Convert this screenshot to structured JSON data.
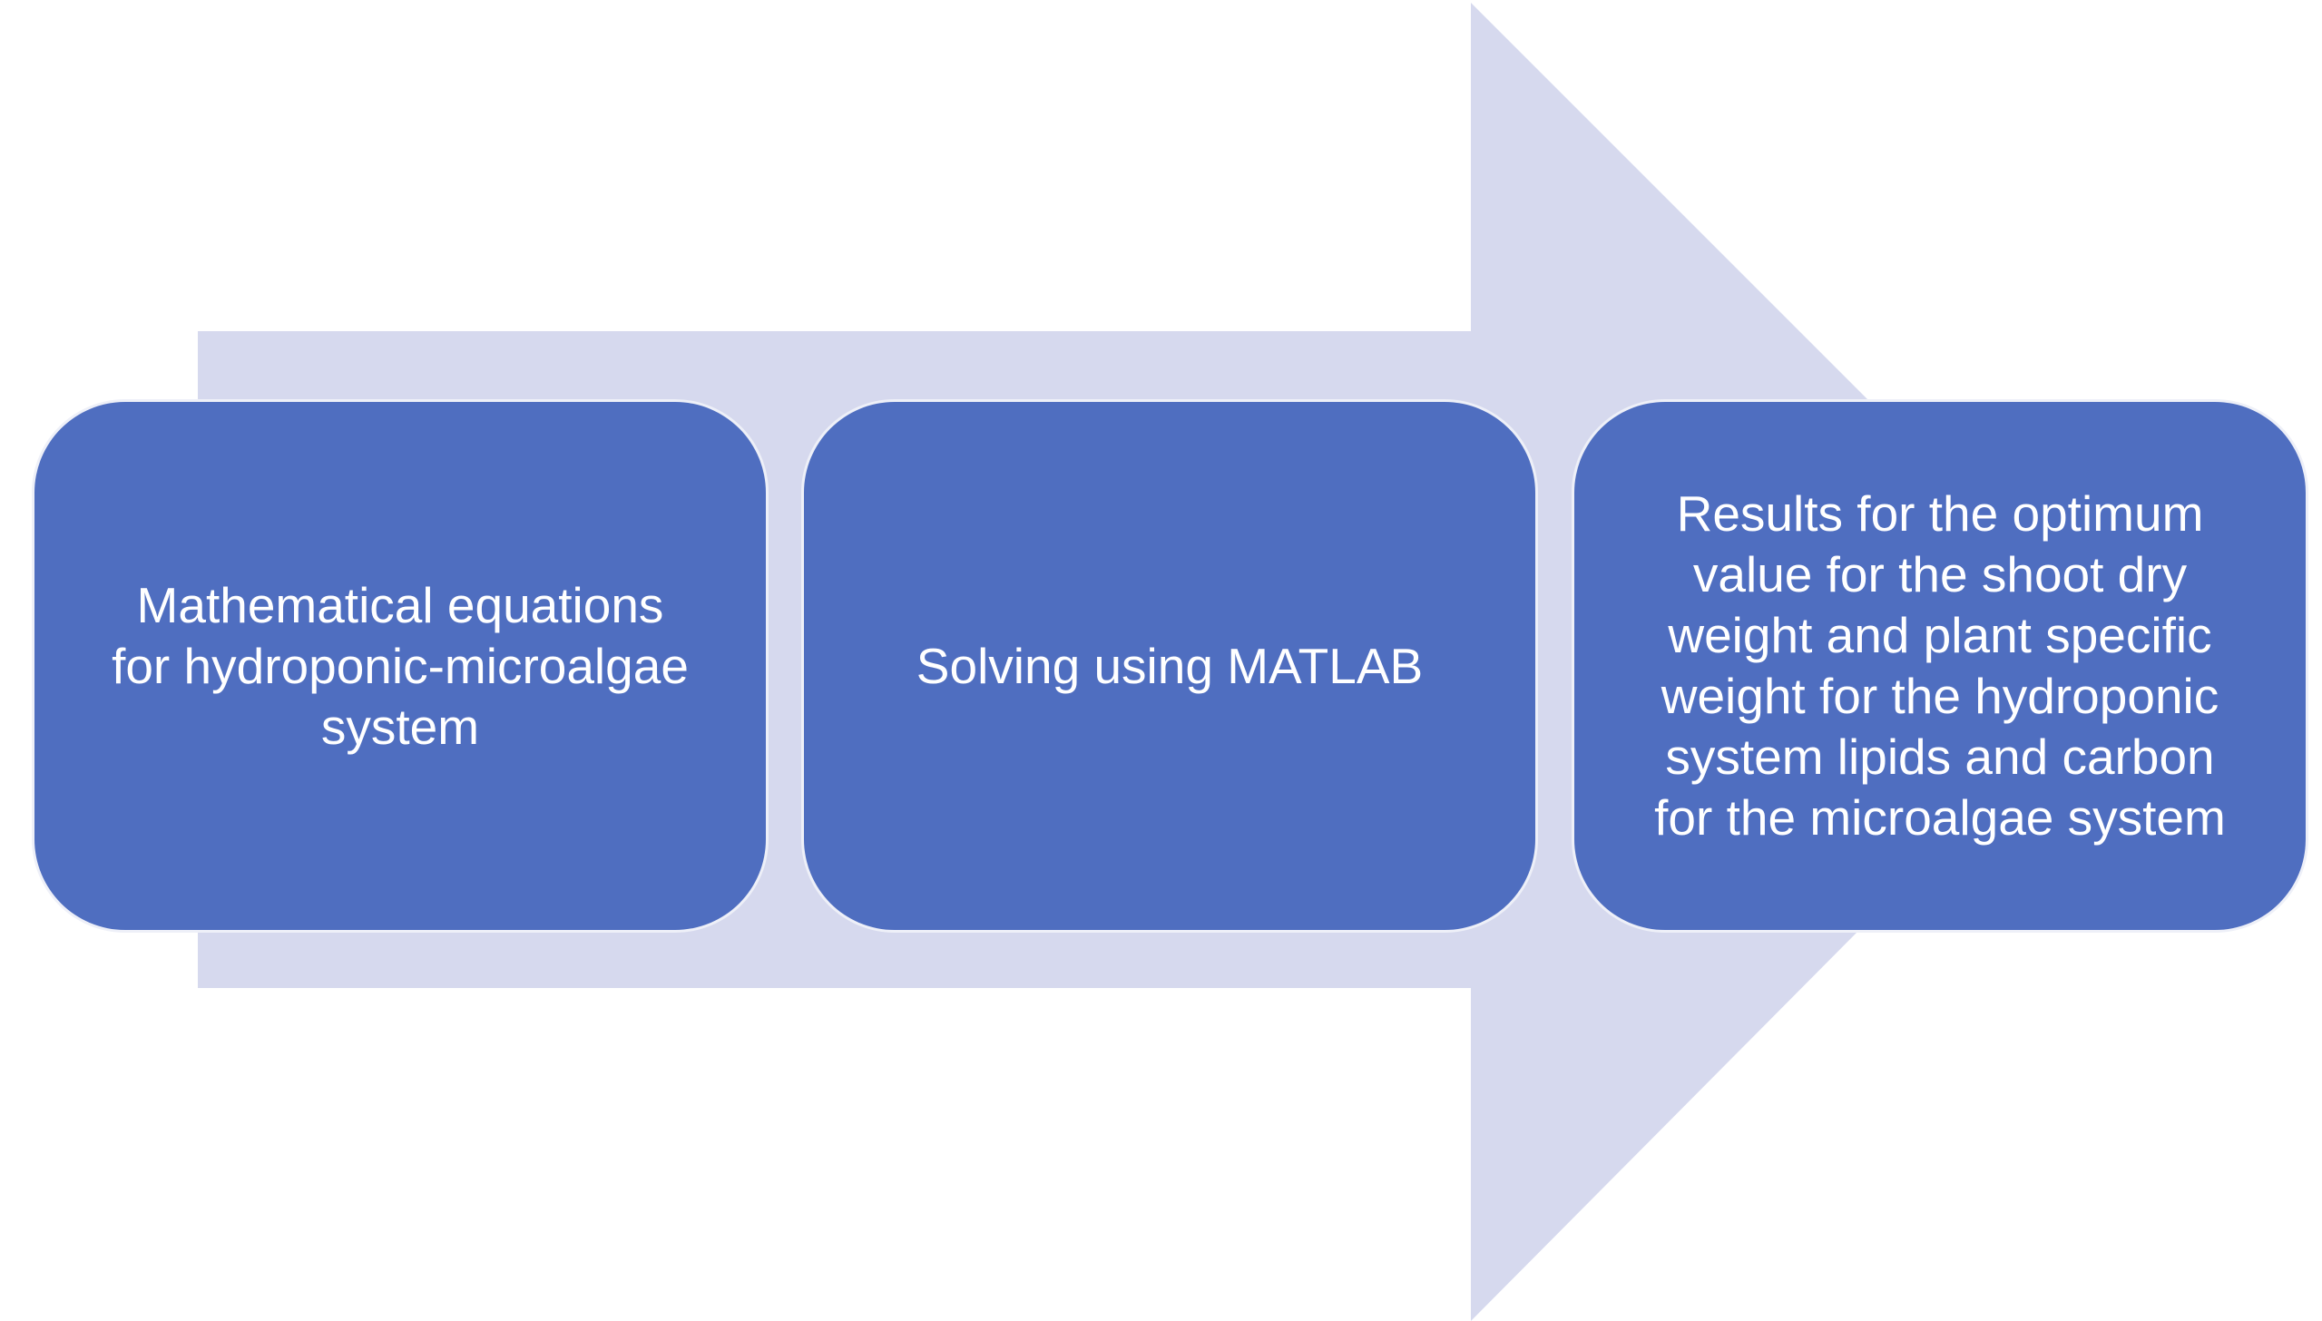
{
  "colors": {
    "arrow": "#d6d9ee",
    "box": "#4f6ec0",
    "text": "#ffffff"
  },
  "steps": [
    {
      "label": "Mathematical equations\nfor hydroponic-microalgae\nsystem"
    },
    {
      "label": "Solving using MATLAB"
    },
    {
      "label": "Results for the optimum\nvalue for the shoot dry\nweight and plant specific\nweight for the hydroponic\nsystem lipids and carbon\nfor the microalgae system"
    }
  ]
}
